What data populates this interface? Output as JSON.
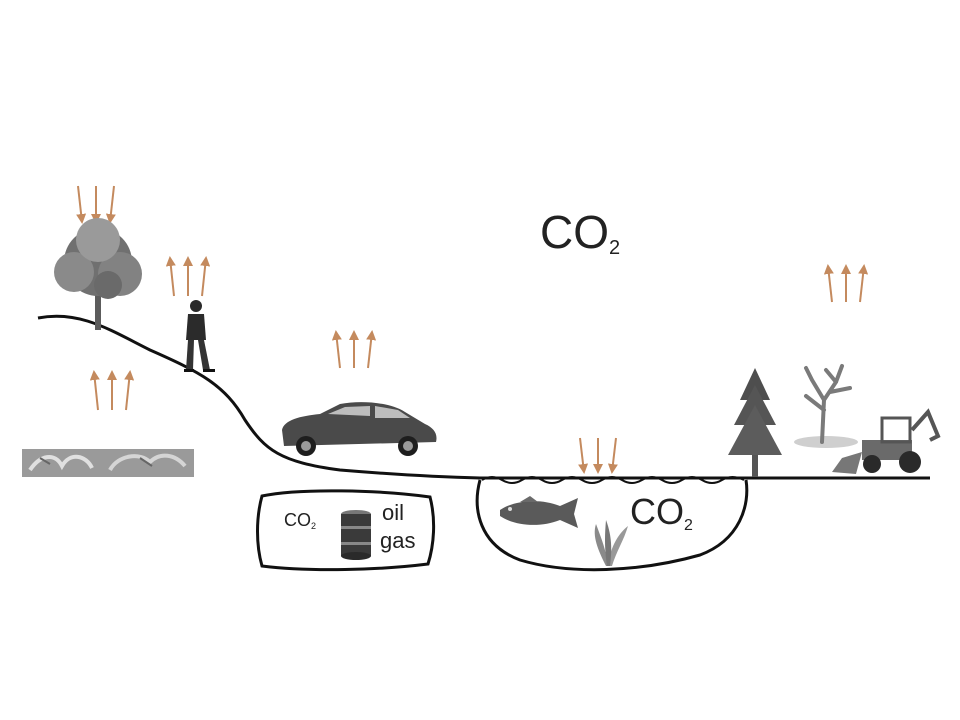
{
  "labels": {
    "atmosphere": {
      "main": "CO",
      "sub": "2"
    },
    "ocean": {
      "main": "CO",
      "sub": "2"
    },
    "reservoir": {
      "main": "CO",
      "sub": "2",
      "oil": "oil",
      "gas": "gas"
    }
  },
  "colors": {
    "arrow": "#c48a5e",
    "ground": "#111111",
    "foliage": "#6e6e6e",
    "car": "#4a4a4a"
  },
  "icons": [
    "tree-icon",
    "person-icon",
    "car-icon",
    "fossil-rock-icon",
    "oil-barrel-icon",
    "fish-icon",
    "seaweed-icon",
    "pine-tree-icon",
    "dead-tree-icon",
    "backhoe-icon"
  ]
}
